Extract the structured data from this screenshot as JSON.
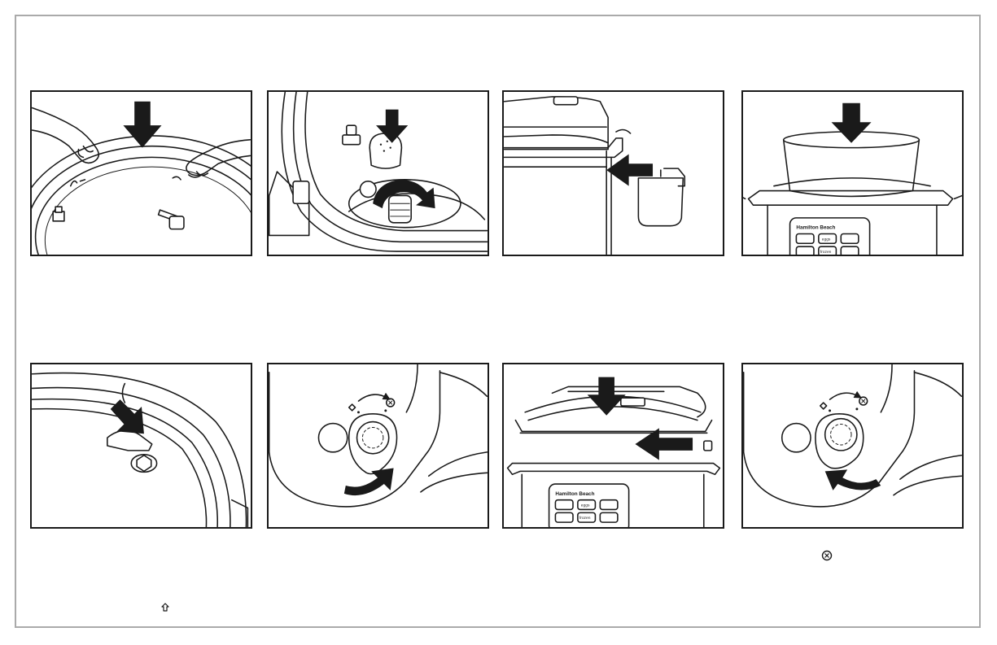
{
  "control_panel": {
    "brand": "Hamilton Beach",
    "buttons": [
      "",
      "eggs",
      "",
      "",
      "frozen",
      ""
    ]
  },
  "icons": {
    "page_icons": [
      "lock-icon",
      "steam-release-icon"
    ]
  },
  "colors": {
    "line": "#1a1a1a",
    "frame": "#aaaaaa",
    "background": "#ffffff"
  }
}
